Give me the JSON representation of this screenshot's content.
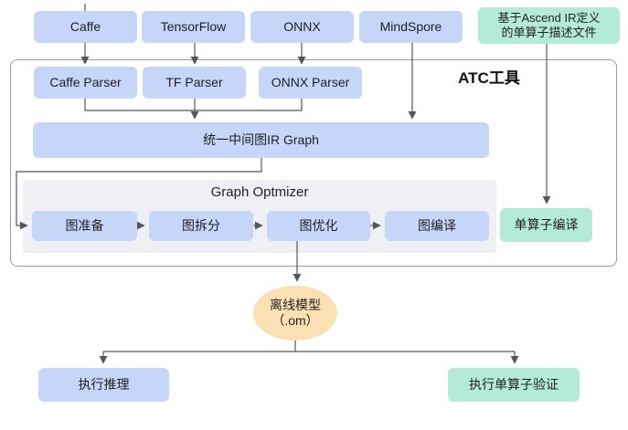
{
  "diagram": {
    "atc_panel_title": "ATC工具",
    "frameworks": [
      {
        "id": "caffe",
        "label": "Caffe"
      },
      {
        "id": "tensorflow",
        "label": "TensorFlow"
      },
      {
        "id": "onnx",
        "label": "ONNX"
      },
      {
        "id": "mindspore",
        "label": "MindSpore"
      }
    ],
    "op_desc_file": {
      "line1": "基于Ascend IR定义",
      "line2": "的单算子描述文件"
    },
    "parsers": [
      {
        "id": "caffe-parser",
        "label": "Caffe Parser"
      },
      {
        "id": "tf-parser",
        "label": "TF Parser"
      },
      {
        "id": "onnx-parser",
        "label": "ONNX Parser"
      }
    ],
    "ir_graph_label": "统一中间图IR Graph",
    "graph_optimizer": {
      "title": "Graph Optmizer",
      "stages": [
        {
          "id": "graph-prepare",
          "label": "图准备"
        },
        {
          "id": "graph-split",
          "label": "图拆分"
        },
        {
          "id": "graph-optimize",
          "label": "图优化"
        },
        {
          "id": "graph-compile",
          "label": "图编译"
        }
      ]
    },
    "single_op_compile_label": "单算子编译",
    "offline_model": {
      "line1": "离线模型",
      "line2": "（.om）"
    },
    "run_inference_label": "执行推理",
    "run_single_op_verify_label": "执行单算子验证",
    "colors": {
      "framework_box": "#c5d6f9",
      "operator_box": "#b4ebd8",
      "model_ellipse": "#fbe0b4",
      "optimizer_panel": "#eef0f4",
      "connector": "#55565a",
      "panel_border": "#9a9ba1"
    }
  }
}
